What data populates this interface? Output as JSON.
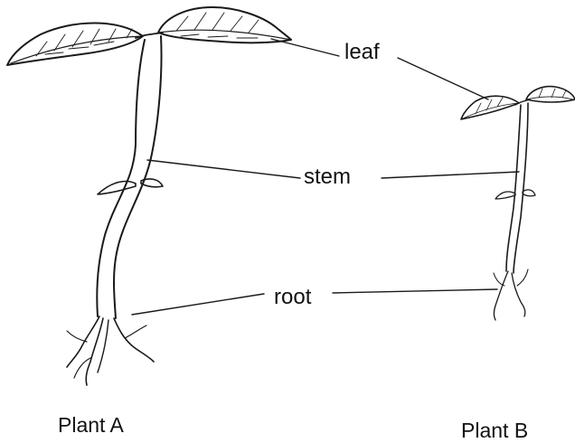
{
  "labels": {
    "leaf": "leaf",
    "stem": "stem",
    "root": "root"
  },
  "plants": {
    "a": "Plant A",
    "b": "Plant B"
  }
}
